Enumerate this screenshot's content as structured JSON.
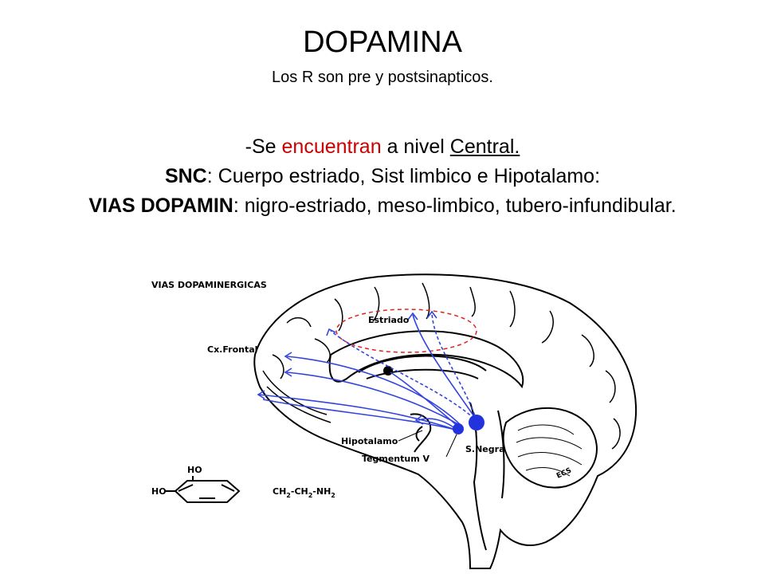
{
  "slide": {
    "title": "DOPAMINA",
    "subtitle": "Los R son pre y postsinapticos."
  },
  "content": {
    "line1_prefix": "-Se ",
    "line1_highlight": "encuentran",
    "line1_middle": " a nivel ",
    "line1_underlined": "Central.",
    "line2_bold": "SNC",
    "line2_rest": ": Cuerpo estriado, Sist limbico e Hipotalamo:",
    "line3_bold": "VIAS DOPAMIN",
    "line3_rest": ": nigro-estriado, meso-limbico, tubero-infundibular.",
    "highlight_color": "#cc0000"
  },
  "diagram": {
    "title": "VIAS DOPAMINERGICAS",
    "labels": {
      "estriado": "Estriado",
      "cx_frontal": "Cx.Frontal",
      "hipotalamo": "Hipotalamo",
      "tegmentum": "Tegmentum V",
      "s_negra": "S.Negra",
      "signature": "ECS"
    },
    "formula": {
      "ho_top": "HO",
      "ho_left": "HO",
      "ch2_a": "CH",
      "sub2_a": "2",
      "dash_a": "-",
      "ch2_b": "CH",
      "sub2_b": "2",
      "dash_b": "-",
      "nh2": "NH",
      "sub2_c": "2"
    },
    "pathway_color": "#3344dd",
    "striatum_color": "#dd2222"
  }
}
